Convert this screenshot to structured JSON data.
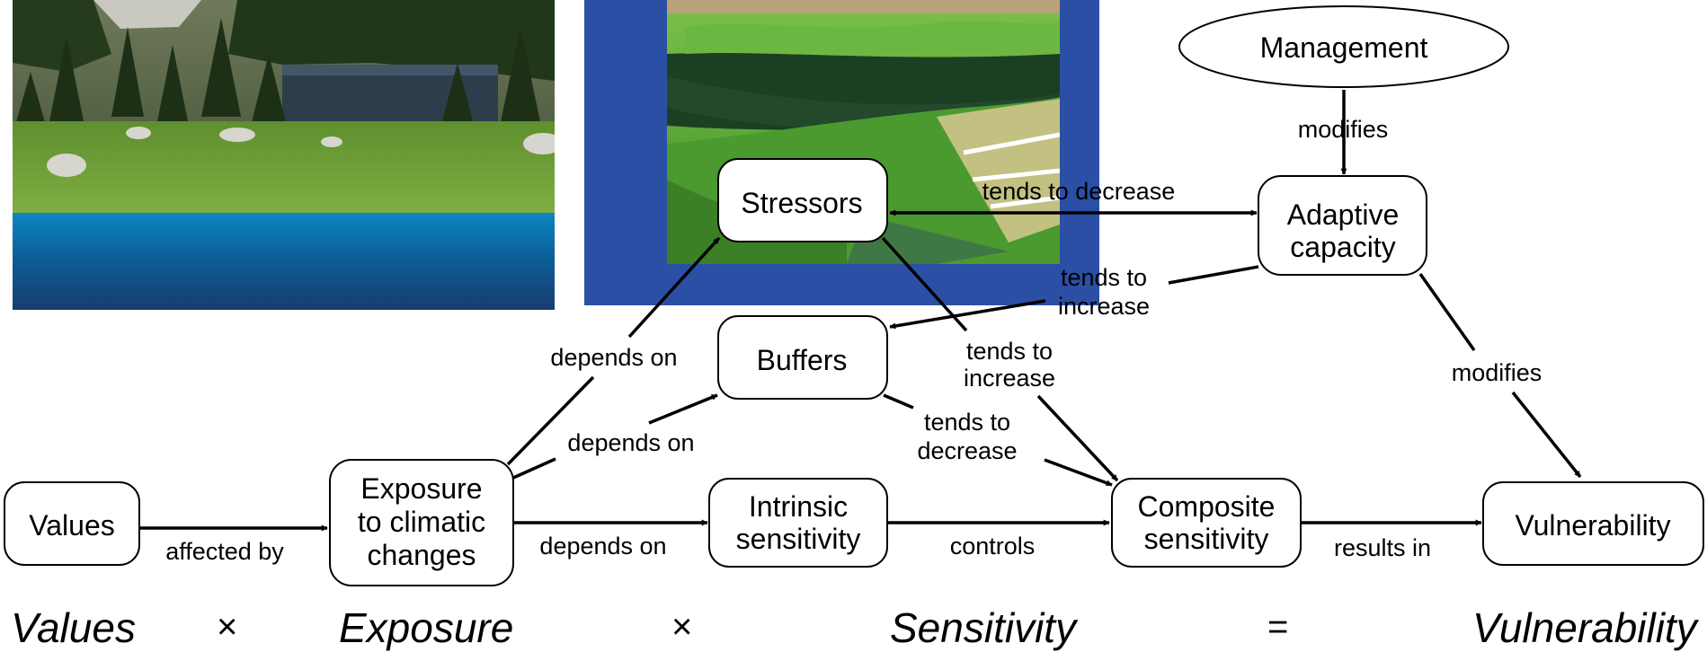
{
  "nodes": {
    "management": "Management",
    "adaptive_line1": "Adaptive",
    "adaptive_line2": "capacity",
    "stressors": "Stressors",
    "buffers": "Buffers",
    "values": "Values",
    "exposure_line1": "Exposure",
    "exposure_line2": "to climatic",
    "exposure_line3": "changes",
    "intrinsic_line1": "Intrinsic",
    "intrinsic_line2": "sensitivity",
    "composite_line1": "Composite",
    "composite_line2": "sensitivity",
    "vulnerability": "Vulnerability"
  },
  "edges": {
    "management_adaptive": "modifies",
    "stressors_adaptive": "tends to decrease",
    "adaptive_buffers_line1": "tends to",
    "adaptive_buffers_line2": "increase",
    "adaptive_vulnerability": "modifies",
    "exposure_stressors": "depends on",
    "exposure_buffers": "depends on",
    "stressors_composite_line1": "tends to",
    "stressors_composite_line2": "increase",
    "buffers_composite_line1": "tends to",
    "buffers_composite_line2": "decrease",
    "values_exposure": "affected by",
    "exposure_intrinsic": "depends on",
    "intrinsic_composite": "controls",
    "composite_vulnerability": "results in"
  },
  "equation": {
    "values": "Values",
    "op1": "×",
    "exposure": "Exposure",
    "op2": "×",
    "sensitivity": "Sensitivity",
    "op3": "=",
    "vulnerability": "Vulnerability"
  }
}
